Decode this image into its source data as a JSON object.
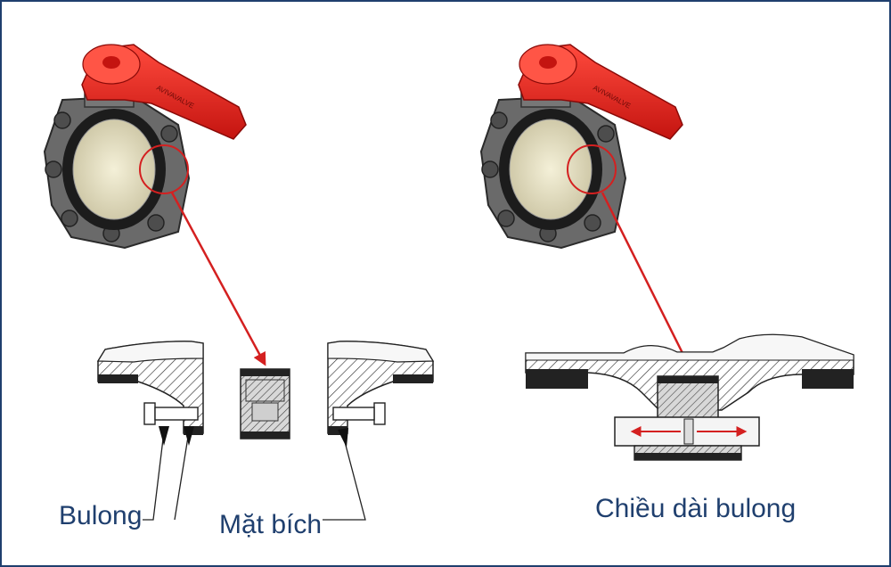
{
  "labels": {
    "bolt": "Bulong",
    "flange": "Mặt bích",
    "bolt_length": "Chiều dài bulong"
  },
  "handle_brand": "AVIVAVALVE",
  "colors": {
    "frame": "#1f3f6e",
    "label_text": "#1f3f6e",
    "handle": "#e8231f",
    "callout": "#d42020",
    "body": "#5a5a5a",
    "disc": "#e8e2c4",
    "hatch": "#333333",
    "gasket": "#2a2a2a"
  },
  "icons": [
    "butterfly-valve-illustration",
    "callout-circle",
    "callout-arrow",
    "hatch-section",
    "dimension-arrow"
  ]
}
